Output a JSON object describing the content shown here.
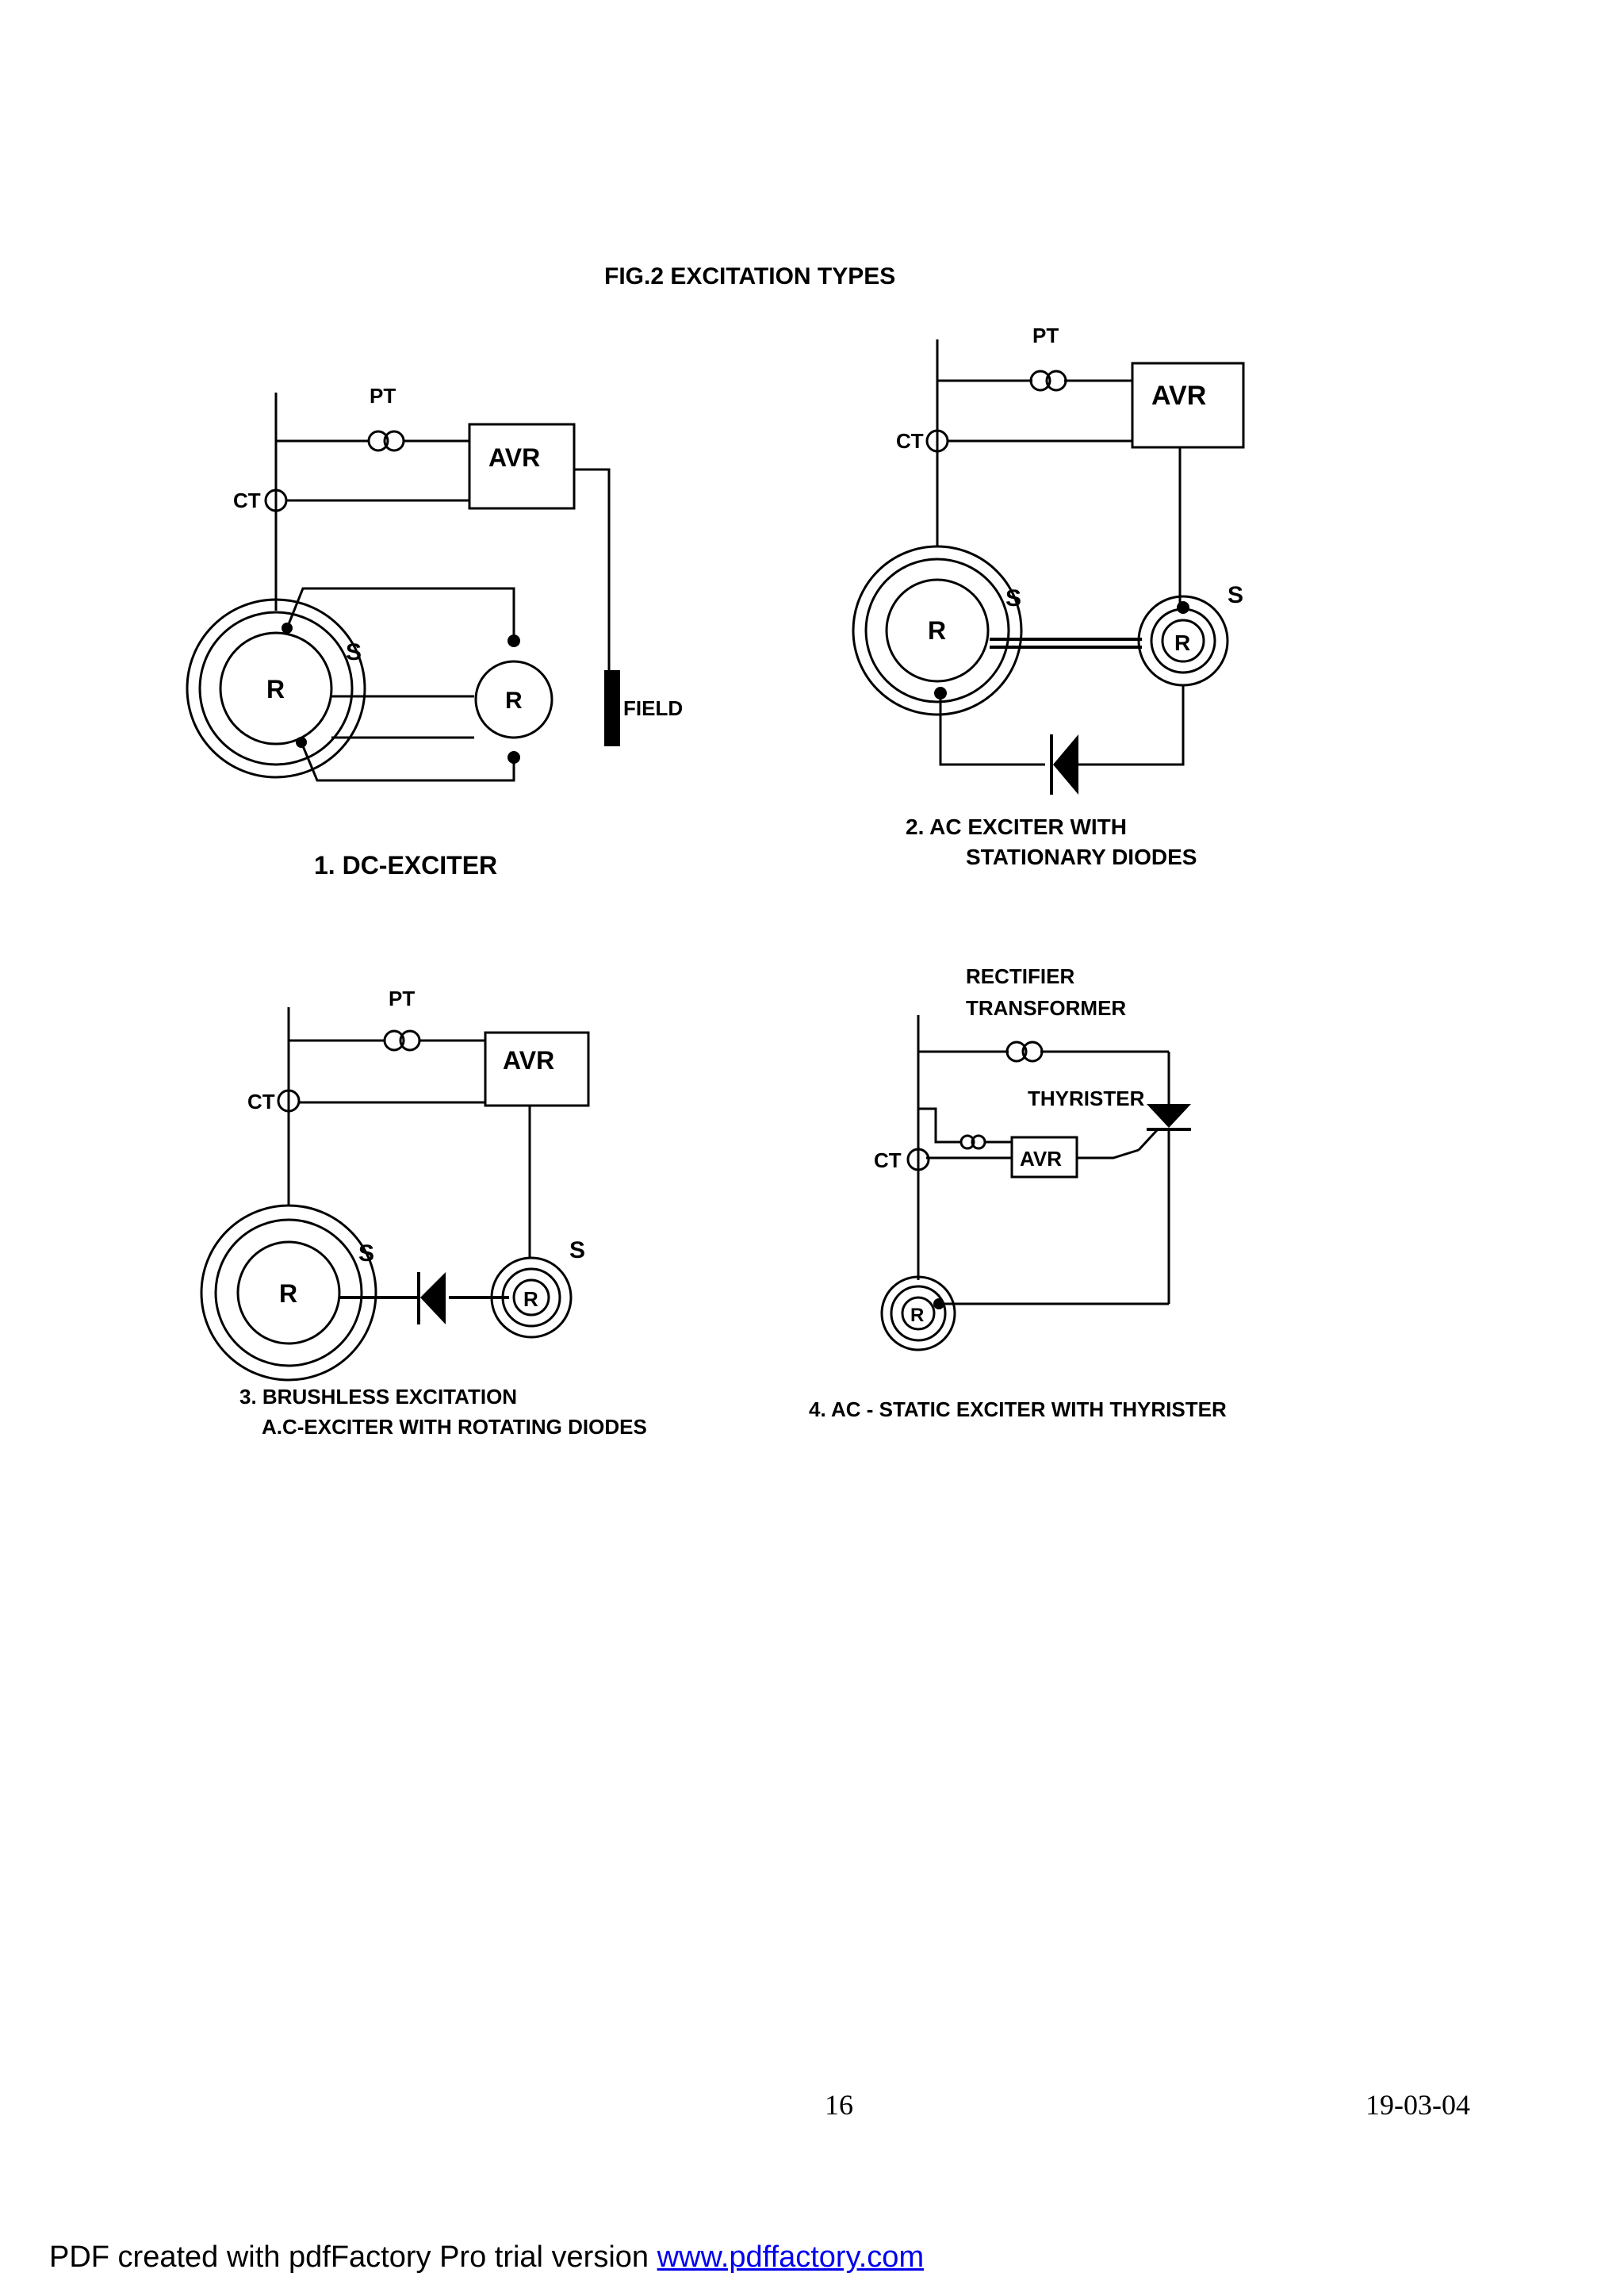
{
  "figure": {
    "title": "FIG.2 EXCITATION TYPES",
    "panels": [
      {
        "labels": {
          "pt": "PT",
          "avr": "AVR",
          "ct": "CT",
          "rotor_main": "R",
          "rotor_exciter": "R",
          "stator": "S",
          "field": "FIELD"
        },
        "caption": [
          "1. DC-EXCITER"
        ]
      },
      {
        "labels": {
          "pt": "PT",
          "avr": "AVR",
          "ct": "CT",
          "rotor_main": "R",
          "rotor_exciter": "R",
          "stator_main": "S",
          "stator_exciter": "S"
        },
        "caption": [
          "2. AC EXCITER WITH",
          "STATIONARY DIODES"
        ]
      },
      {
        "labels": {
          "pt": "PT",
          "avr": "AVR",
          "ct": "CT",
          "rotor_main": "R",
          "rotor_exciter": "R",
          "stator_main": "S",
          "stator_exciter": "S"
        },
        "caption": [
          "3. BRUSHLESS EXCITATION",
          "A.C-EXCITER WITH ROTATING DIODES"
        ]
      },
      {
        "labels": {
          "transformer": [
            "RECTIFIER",
            "TRANSFORMER"
          ],
          "thyrister": "THYRISTER",
          "avr": "AVR",
          "ct": "CT",
          "rotor": "R"
        },
        "caption": [
          "4. AC - STATIC EXCITER WITH THYRISTER"
        ]
      }
    ]
  },
  "footer": {
    "page_number": "16",
    "date": "19-03-04"
  },
  "pdf_banner": {
    "prefix": "PDF created with pdfFactory Pro trial version ",
    "link_text": "www.pdffactory.com"
  }
}
